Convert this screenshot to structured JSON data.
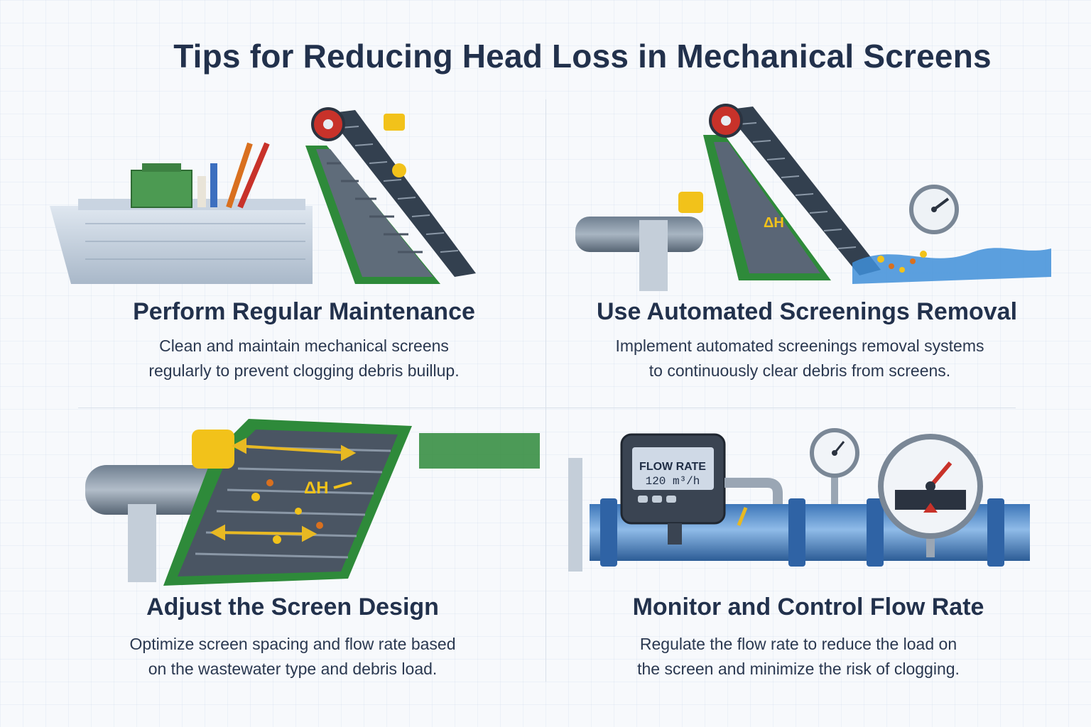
{
  "title": "Tips for Reducing Head Loss in Mechanical Screens",
  "tips": [
    {
      "heading": "Perform Regular Maintenance",
      "desc_line1": "Clean and maintain mechanical screens",
      "desc_line2": "regularly to prevent clogging debris buillup."
    },
    {
      "heading": "Use Automated Screenings Removal",
      "desc_line1": "Implement automated screenings removal systems",
      "desc_line2": "to continuously clear debris from screens.",
      "label_dh": "ΔH"
    },
    {
      "heading": "Adjust the Screen Design",
      "desc_line1": "Optimize screen spacing and flow rate based",
      "desc_line2": "on the wastewater type and debris load.",
      "label_dh": "ΔH"
    },
    {
      "heading": "Monitor and Control Flow Rate",
      "desc_line1": "Regulate the flow rate to reduce the load on",
      "desc_line2": "the screen and minimize the risk of clogging.",
      "meter_label": "FLOW RATE",
      "meter_value": "120 m³/h"
    }
  ],
  "colors": {
    "green": "#3c9a3e",
    "belt": "#33404f",
    "yellow": "#f2c21a",
    "red": "#c8322a",
    "water": "#3f8fd8"
  }
}
